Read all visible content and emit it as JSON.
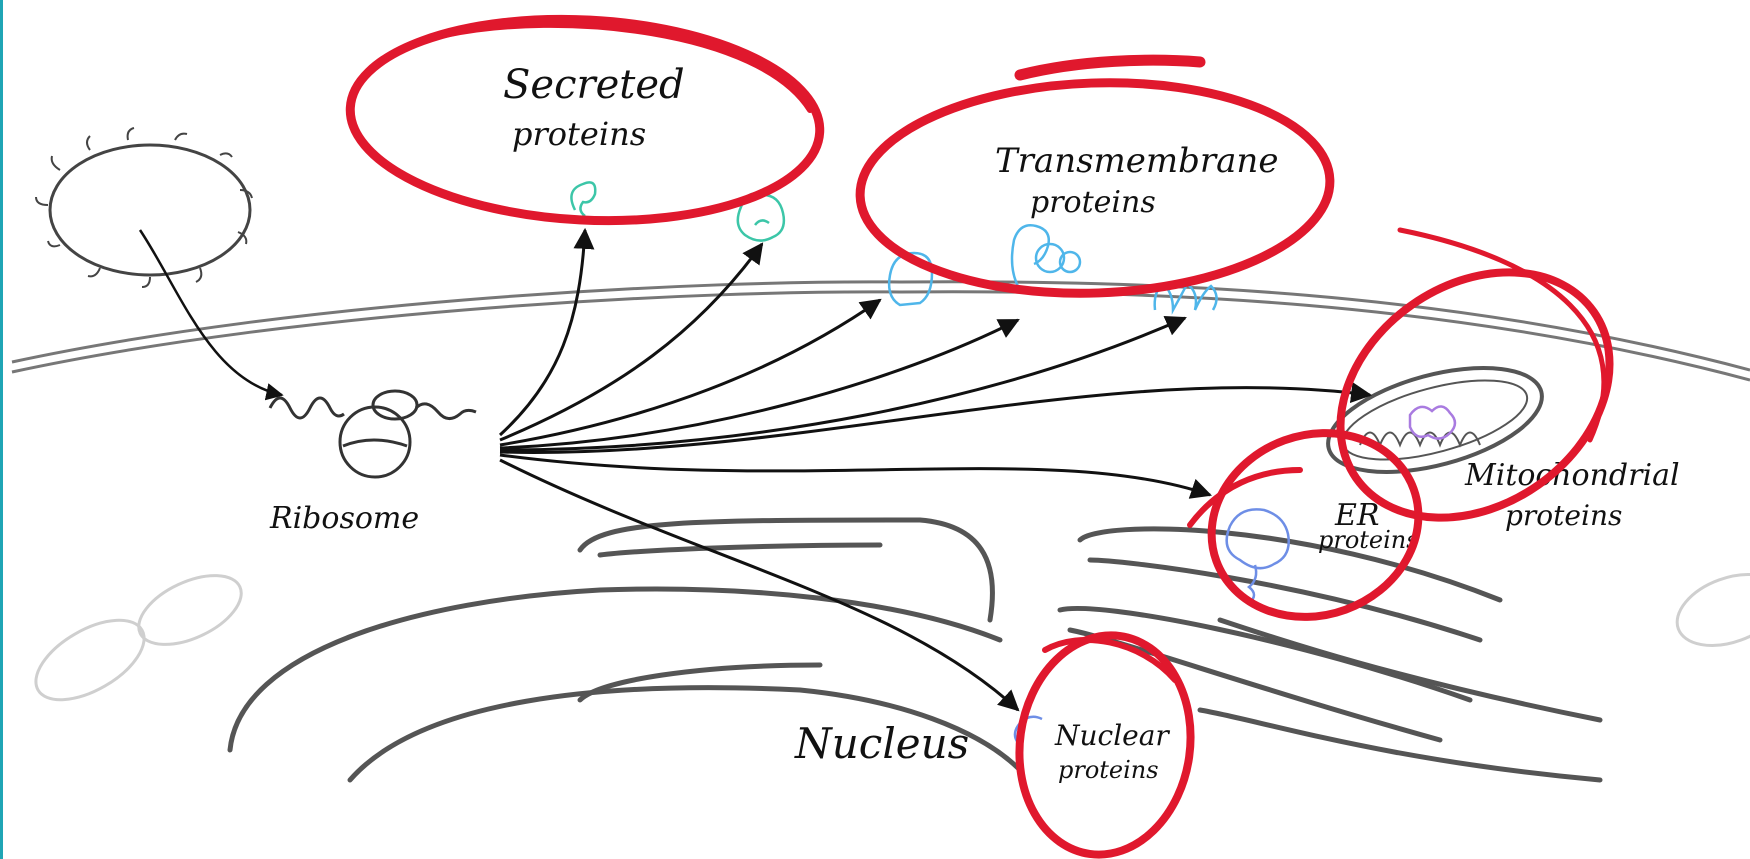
{
  "diagram": {
    "labels": {
      "ribosome": "Ribosome",
      "secreted": [
        "Secreted",
        "proteins"
      ],
      "transmembrane": [
        "Transmembrane",
        "proteins"
      ],
      "mitochondrial": [
        "Mitochondrial",
        "proteins"
      ],
      "er": [
        "ER",
        "proteins"
      ],
      "nucleus": "Nucleus",
      "nuclear": [
        "Nuclear",
        "proteins"
      ]
    },
    "colors": {
      "ink": "#1a1a1a",
      "membrane": "#777777",
      "annotation_red": "#e0182d",
      "secreted_protein": "#3cc6a8",
      "membrane_protein": "#4fb6ea",
      "er_protein": "#6e8ee6",
      "mito_protein": "#a97be0",
      "edge_rule": "#1fa5b5"
    }
  }
}
